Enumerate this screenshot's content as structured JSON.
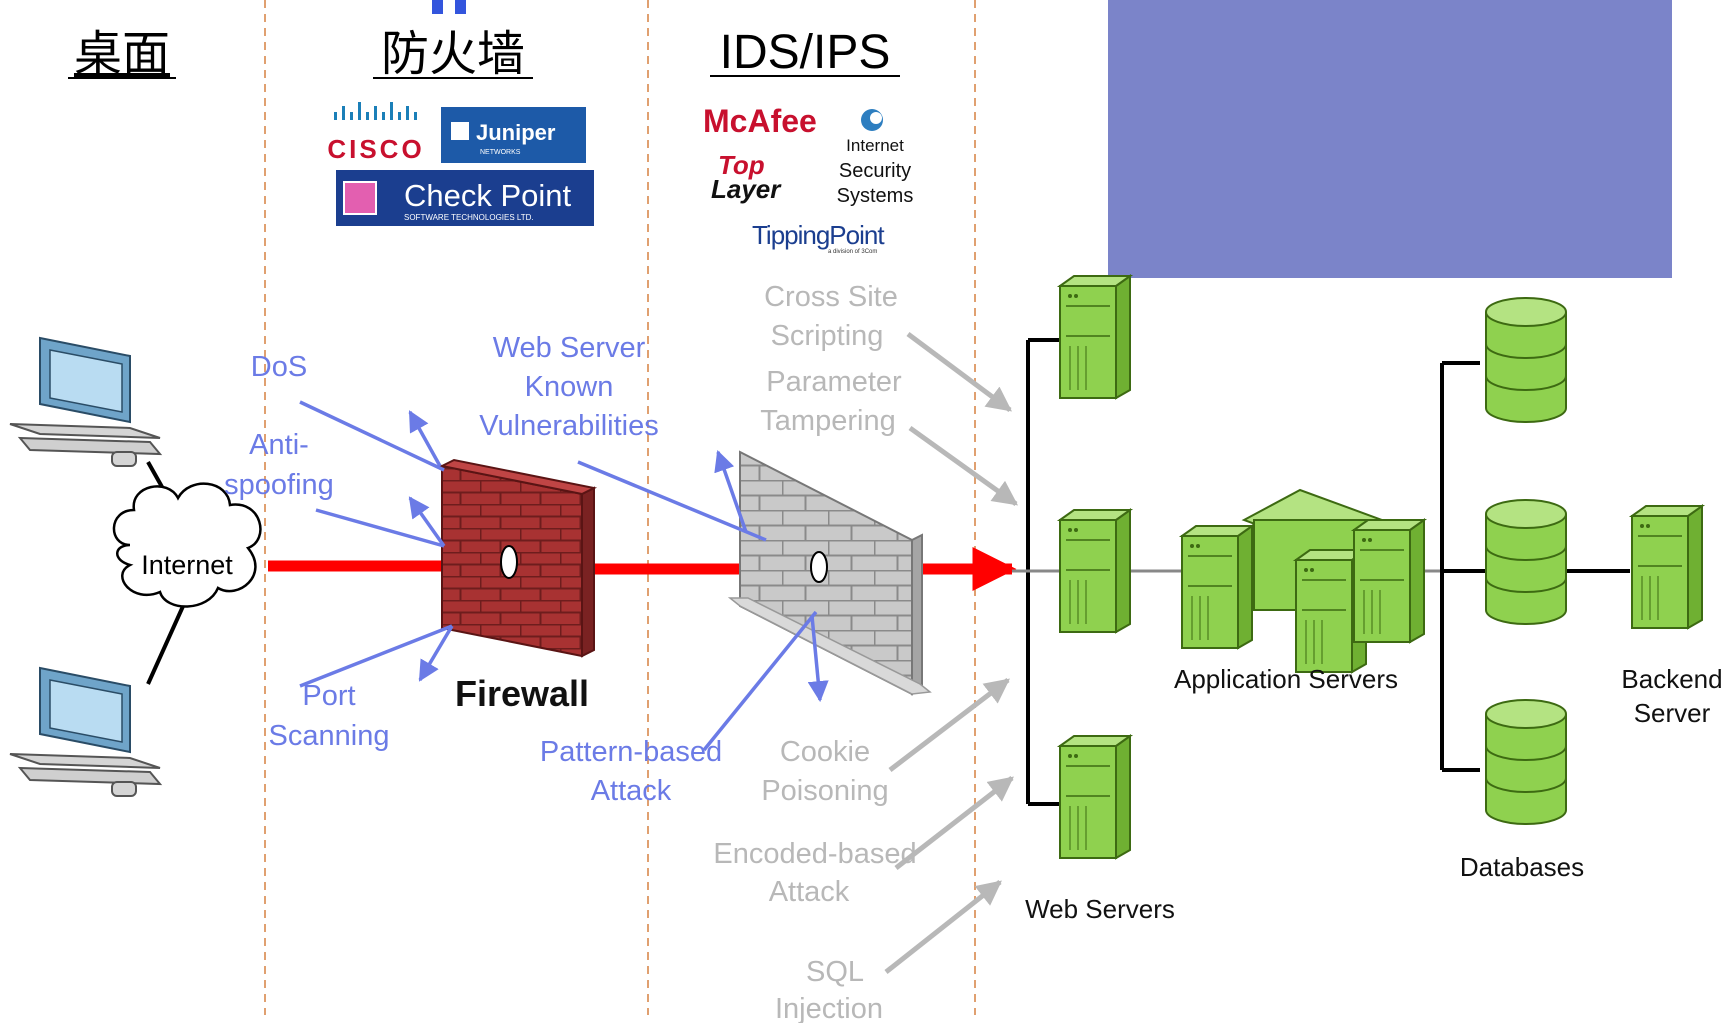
{
  "columns": {
    "desktop": "桌面",
    "firewall": "防火墙",
    "ids_ips": "IDS/IPS"
  },
  "vendors": {
    "firewall": {
      "cisco": "CISCO",
      "juniper": "Juniper",
      "juniper_sub": "NETWORKS",
      "checkpoint": "Check Point",
      "checkpoint_sub": "SOFTWARE TECHNOLOGIES LTD."
    },
    "ids": {
      "mcafee": "McAfee",
      "iss_1": "Internet",
      "iss_2": "Security",
      "iss_3": "Systems",
      "toplayer_1": "Top",
      "toplayer_2": "Layer",
      "tippingpoint": "TippingPoint",
      "tippingpoint_sub": "a division of 3Com"
    }
  },
  "nodes": {
    "internet": "Internet",
    "firewall": "Firewall",
    "web_servers": "Web Servers",
    "application_servers": "Application Servers",
    "databases": "Databases",
    "backend_1": "Backend",
    "backend_2": "Server"
  },
  "blue_attacks": {
    "dos": "DoS",
    "anti_1": "Anti-",
    "anti_2": "spoofing",
    "port_1": "Port",
    "port_2": "Scanning",
    "ws_1": "Web Server",
    "ws_2": "Known",
    "ws_3": "Vulnerabilities",
    "pattern_1": "Pattern-based",
    "pattern_2": "Attack"
  },
  "grey_attacks": {
    "xss_1": "Cross Site",
    "xss_2": "Scripting",
    "param_1": "Parameter",
    "param_2": "Tampering",
    "cookie_1": "Cookie",
    "cookie_2": "Poisoning",
    "enc_1": "Encoded-based",
    "enc_2": "Attack",
    "sql_1": "SQL",
    "sql_2": "Injection"
  },
  "colors": {
    "overlay": "#7b84c9",
    "blue_text": "#6b7be6",
    "grey_text": "#b8b8b8",
    "red_arrow": "#ff0000",
    "server_green": "#8fd14f",
    "brick": "#a83232"
  }
}
